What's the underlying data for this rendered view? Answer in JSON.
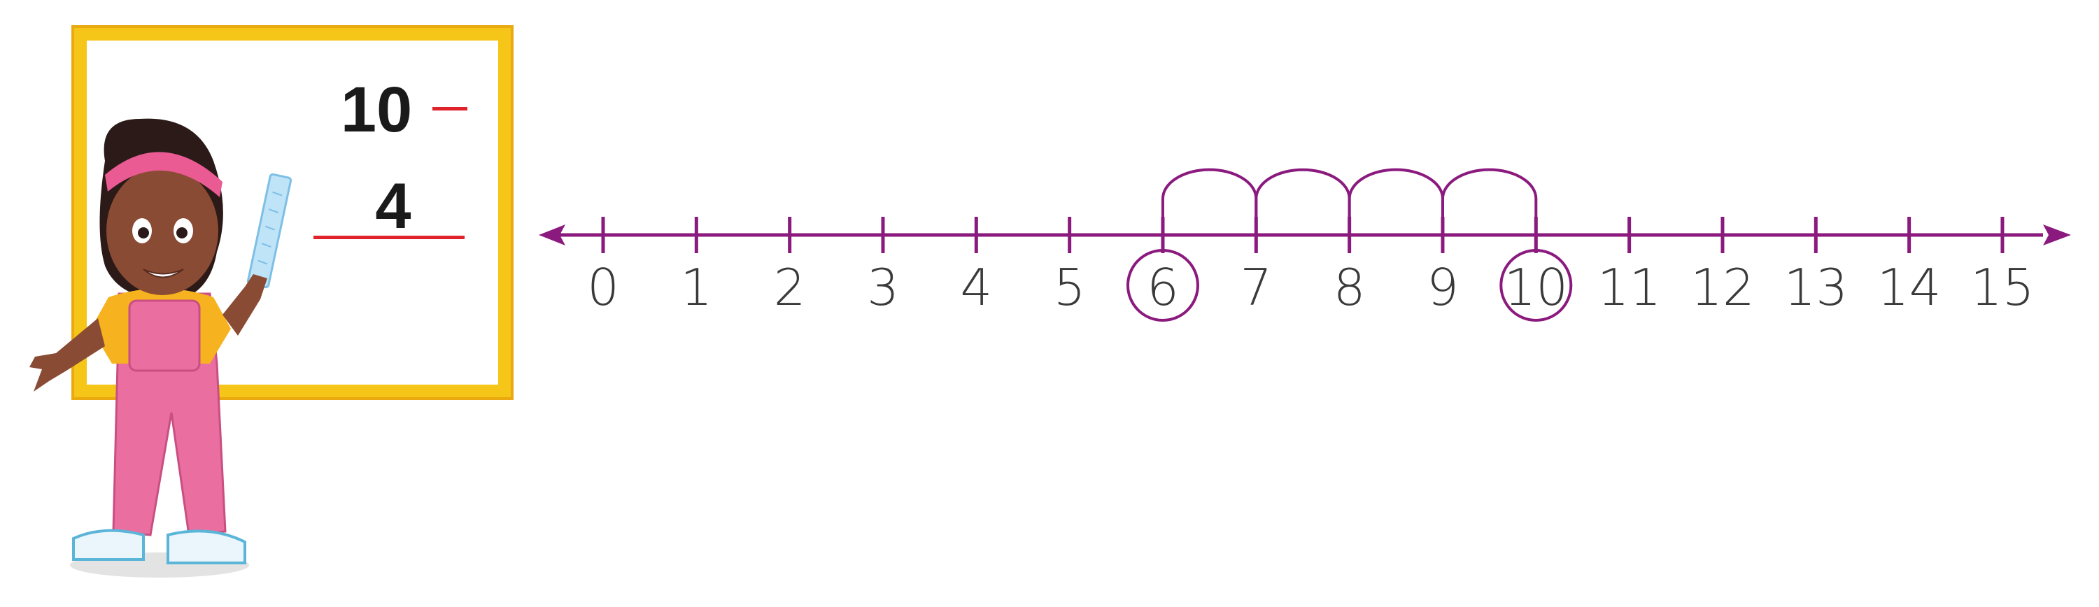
{
  "board": {
    "minuend": "10",
    "minus_sign": "−",
    "subtrahend": "4"
  },
  "number_line": {
    "labels": [
      "0",
      "1",
      "2",
      "3",
      "4",
      "5",
      "6",
      "7",
      "8",
      "9",
      "10",
      "11",
      "12",
      "13",
      "14",
      "15"
    ],
    "circled": [
      6,
      10
    ],
    "hops": [
      [
        6,
        7
      ],
      [
        7,
        8
      ],
      [
        8,
        9
      ],
      [
        9,
        10
      ]
    ],
    "colors": {
      "line": "#8b1a7e",
      "label": "#3a3a3a",
      "board_frame": "#f5c518",
      "board_frame_edge": "#e9a90f",
      "underline": "#e0222b",
      "minus": "#e0222b"
    }
  }
}
